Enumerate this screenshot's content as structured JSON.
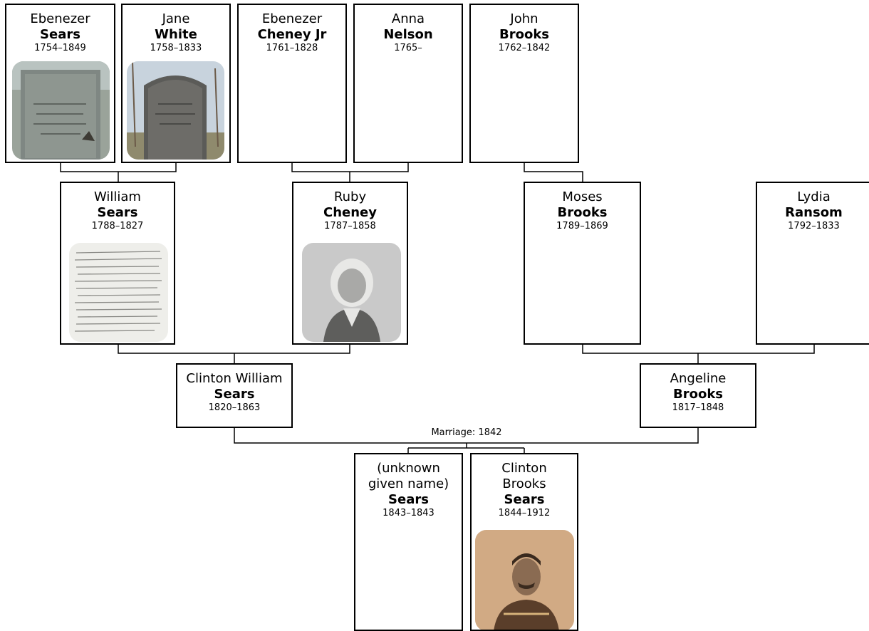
{
  "people": {
    "ebenezer_sears": {
      "given": "Ebenezer",
      "surname": "Sears",
      "years": "1754–1849"
    },
    "jane_white": {
      "given": "Jane",
      "surname": "White",
      "years": "1758–1833"
    },
    "ebenezer_cheney": {
      "given": "Ebenezer",
      "surname": "Cheney Jr",
      "years": "1761–1828"
    },
    "anna_nelson": {
      "given": "Anna",
      "surname": "Nelson",
      "years": "1765–"
    },
    "john_brooks": {
      "given": "John",
      "surname": "Brooks",
      "years": "1762–1842"
    },
    "william_sears": {
      "given": "William",
      "surname": "Sears",
      "years": "1788–1827"
    },
    "ruby_cheney": {
      "given": "Ruby",
      "surname": "Cheney",
      "years": "1787–1858"
    },
    "moses_brooks": {
      "given": "Moses",
      "surname": "Brooks",
      "years": "1789–1869"
    },
    "lydia_ransom": {
      "given": "Lydia",
      "surname": "Ransom",
      "years": "1792–1833"
    },
    "clinton_william_sears": {
      "given": "Clinton William",
      "surname": "Sears",
      "years": "1820–1863"
    },
    "angeline_brooks": {
      "given": "Angeline",
      "surname": "Brooks",
      "years": "1817–1848"
    },
    "unknown_sears": {
      "given": "(unknown given name)",
      "surname": "Sears",
      "years": "1843–1843"
    },
    "clinton_brooks_sears": {
      "given": "Clinton Brooks",
      "surname": "Sears",
      "years": "1844–1912"
    }
  },
  "marriage_label": "Marriage: 1842",
  "colors": {
    "line": "#000000",
    "box_border": "#000000",
    "background": "#ffffff"
  }
}
